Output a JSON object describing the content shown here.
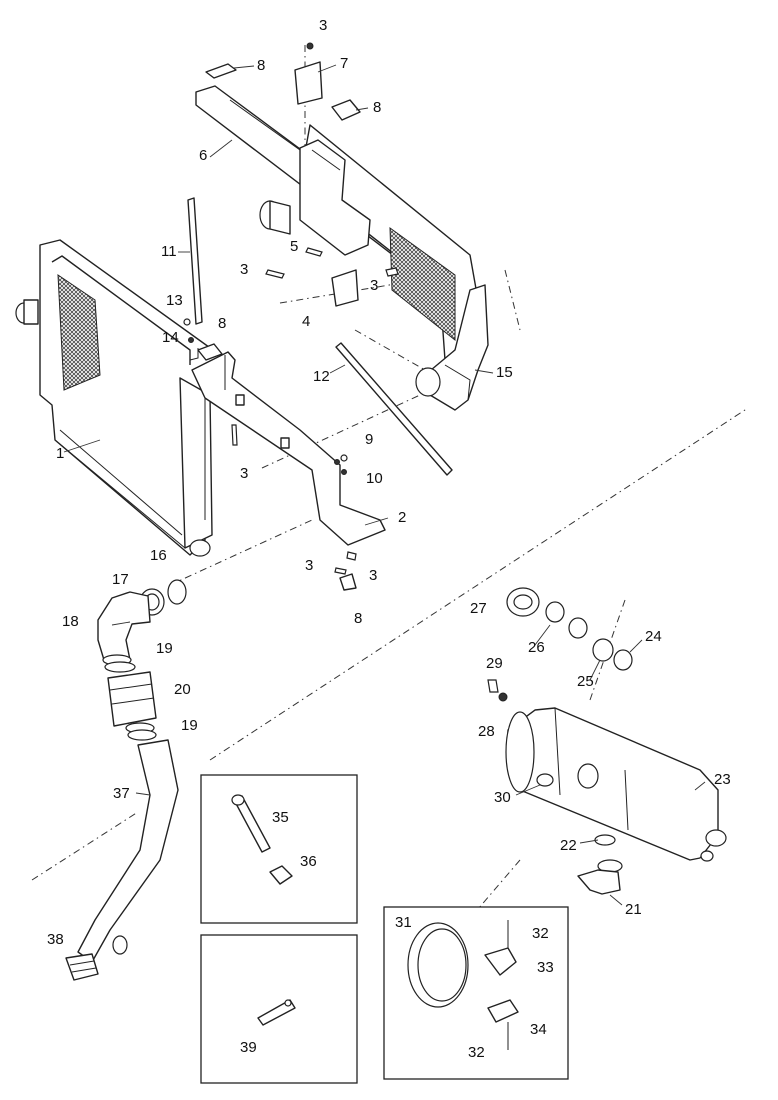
{
  "callouts": [
    "1",
    "2",
    "3",
    "4",
    "5",
    "6",
    "7",
    "8",
    "9",
    "10",
    "11",
    "12",
    "13",
    "14",
    "15",
    "16",
    "17",
    "18",
    "19",
    "20",
    "21",
    "22",
    "23",
    "24",
    "25",
    "26",
    "27",
    "28",
    "29",
    "30",
    "31",
    "32",
    "33",
    "34",
    "35",
    "36",
    "37",
    "38",
    "39"
  ]
}
